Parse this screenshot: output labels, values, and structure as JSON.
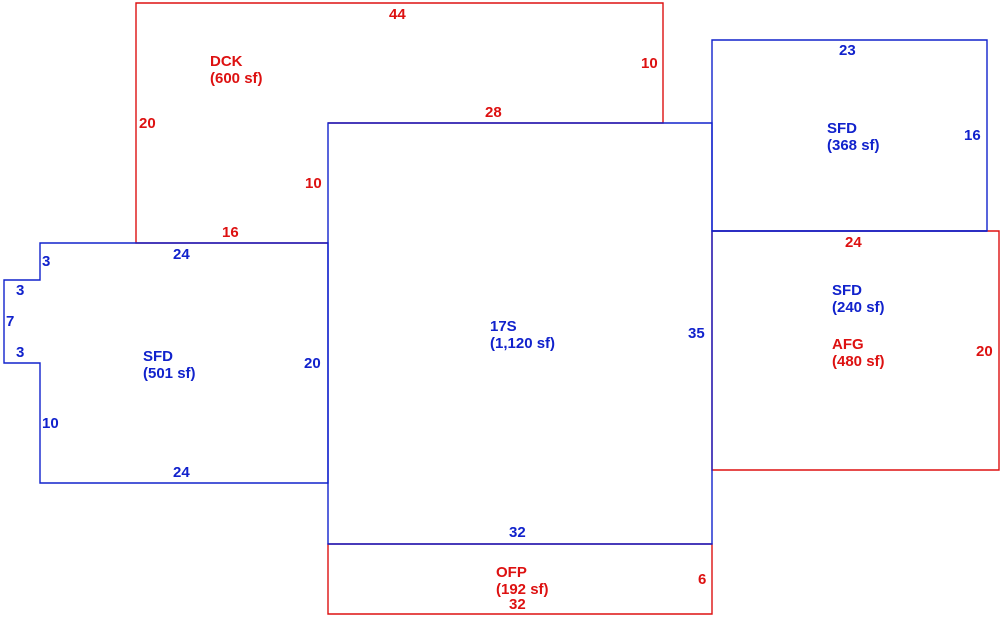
{
  "colors": {
    "red": "#dd1111",
    "blue": "#1122cc"
  },
  "areas": [
    {
      "code": "DCK",
      "area": "(600 sf)"
    },
    {
      "code": "17S",
      "area": "(1,120 sf)"
    },
    {
      "code": "SFD",
      "area": "(501 sf)"
    },
    {
      "code": "SFD",
      "area": "(368 sf)"
    },
    {
      "code": "SFD",
      "area": "(240 sf)"
    },
    {
      "code": "AFG",
      "area": "(480 sf)"
    },
    {
      "code": "OFP",
      "area": "(192 sf)"
    }
  ],
  "dimensions": {
    "dck_top": "44",
    "dck_right": "10",
    "dck_left": "20",
    "dck_inner": "28",
    "dck_step": "10",
    "dck_bottom": "16",
    "sfd_left_top": "24",
    "sfd_left_notch_top": "3",
    "sfd_left_notch_a": "3",
    "sfd_left_notch_mid": "7",
    "sfd_left_notch_b": "3",
    "sfd_left_side": "10",
    "sfd_left_right": "20",
    "sfd_left_bottom": "24",
    "main_right": "35",
    "main_bottom": "32",
    "sfd_top_top": "23",
    "sfd_top_right": "16",
    "afg_top": "24",
    "afg_right": "20",
    "ofp_right": "6",
    "ofp_bottom": "32"
  }
}
